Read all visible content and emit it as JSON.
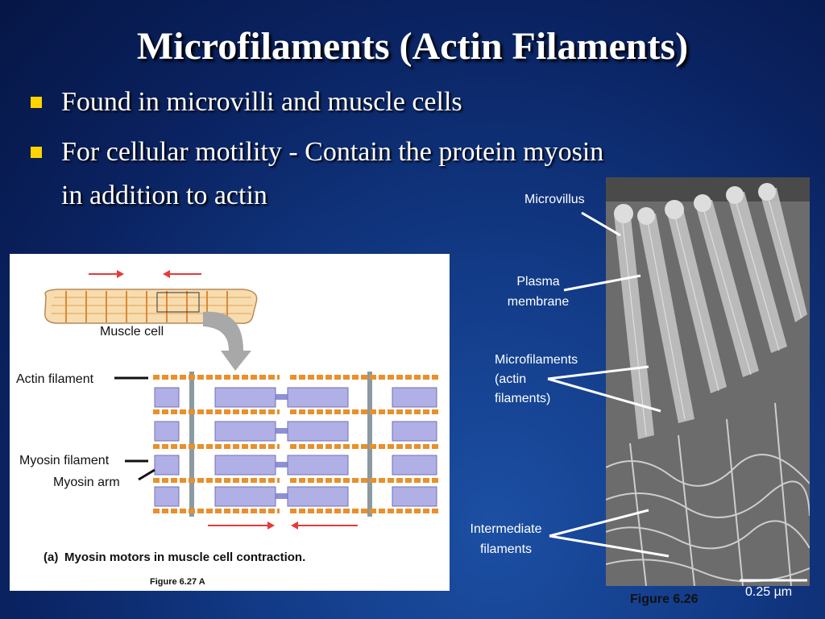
{
  "slide": {
    "title": "Microfilaments (Actin Filaments)",
    "bullets": [
      "Found in microvilli and muscle cells",
      "For cellular motility - Contain the protein myosin",
      "in addition to actin"
    ]
  },
  "diagram": {
    "muscle_cell_label": "Muscle cell",
    "actin_label": "Actin filament",
    "myosin_filament_label": "Myosin filament",
    "myosin_arm_label": "Myosin arm",
    "panel_letter": "(a)",
    "caption": "Myosin motors in muscle cell contraction.",
    "figure_ref": "Figure 6.27 A"
  },
  "micrograph": {
    "microvillus_label": "Microvillus",
    "plasma_membrane_label_1": "Plasma",
    "plasma_membrane_label_2": "membrane",
    "microfilaments_label_1": "Microfilaments",
    "microfilaments_label_2": "(actin",
    "microfilaments_label_3": "filaments)",
    "intermediate_label_1": "Intermediate",
    "intermediate_label_2": "filaments",
    "scale_label": "0.25 µm",
    "figure_ref": "Figure 6.26"
  },
  "colors": {
    "bullet": "#ffd400",
    "arrow_red": "#e63a3a",
    "actin": "#e8902c",
    "myosin": "#8f8fd6",
    "z_line": "#8a9aa0"
  }
}
